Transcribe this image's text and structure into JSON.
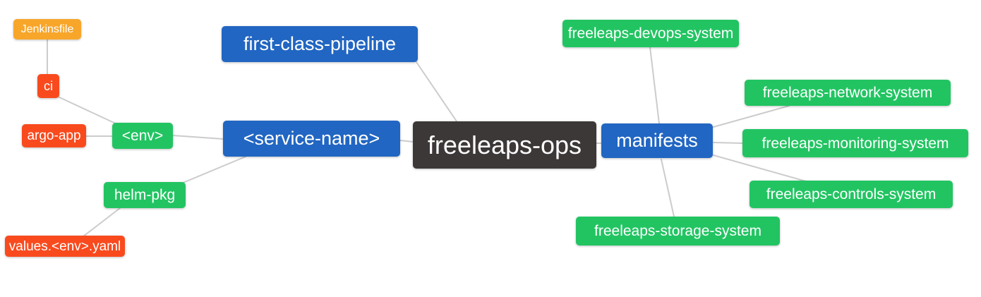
{
  "diagram": {
    "type": "mindmap",
    "root_label": "freeleaps-ops"
  },
  "colors": {
    "blue": "#2166c2",
    "green": "#22c462",
    "orange": "#f8a62a",
    "red": "#f94a1e",
    "dark": "#3d3838",
    "edge": "#cccccc",
    "text": "#ffffff",
    "background": "#ffffff"
  },
  "nodes": {
    "freeleaps_ops": {
      "label": "freeleaps-ops"
    },
    "first_class_pipeline": {
      "label": "first-class-pipeline"
    },
    "service_name": {
      "label": "<service-name>"
    },
    "env": {
      "label": "<env>"
    },
    "ci": {
      "label": "ci"
    },
    "jenkinsfile": {
      "label": "Jenkinsfile"
    },
    "argo_app": {
      "label": "argo-app"
    },
    "helm_pkg": {
      "label": "helm-pkg"
    },
    "values_env_yaml": {
      "label": "values.<env>.yaml"
    },
    "manifests": {
      "label": "manifests"
    },
    "freeleaps_devops_system": {
      "label": "freeleaps-devops-system"
    },
    "freeleaps_network_system": {
      "label": "freeleaps-network-system"
    },
    "freeleaps_monitoring_system": {
      "label": "freeleaps-monitoring-system"
    },
    "freeleaps_controls_system": {
      "label": "freeleaps-controls-system"
    },
    "freeleaps_storage_system": {
      "label": "freeleaps-storage-system"
    }
  }
}
